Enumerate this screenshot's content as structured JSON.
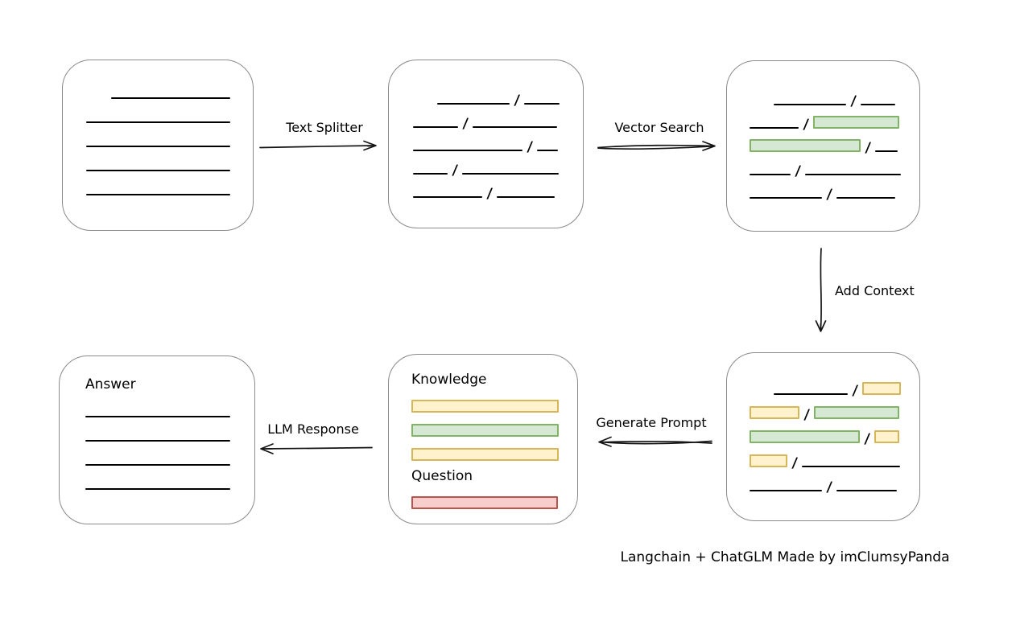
{
  "colors": {
    "green_fill": "#d5e8d4",
    "green_stroke": "#82b366",
    "yellow_fill": "#fff2cc",
    "yellow_stroke": "#d6b656",
    "red_fill": "#f8cecc",
    "red_stroke": "#b85450",
    "box_stroke": "#8a8a8a",
    "line": "#000000"
  },
  "arrows": {
    "text_splitter": {
      "label": "Text Splitter",
      "direction": "right"
    },
    "vector_search": {
      "label": "Vector Search",
      "direction": "right"
    },
    "add_context": {
      "label": "Add Context",
      "direction": "down"
    },
    "generate_prompt": {
      "label": "Generate Prompt",
      "direction": "left"
    },
    "llm_response": {
      "label": "LLM Response",
      "direction": "left"
    }
  },
  "footer": {
    "text": "Langchain + ChatGLM Made by imClumsyPanda"
  },
  "boxes": [
    {
      "id": "source-document",
      "rows": [
        [
          {
            "t": "line",
            "w": 148,
            "ml": 31
          }
        ],
        [
          {
            "t": "line",
            "w": 179
          }
        ],
        [
          {
            "t": "line",
            "w": 179
          }
        ],
        [
          {
            "t": "line",
            "w": 179
          }
        ],
        [
          {
            "t": "line",
            "w": 179
          }
        ]
      ]
    },
    {
      "id": "split-chunks",
      "rows": [
        [
          {
            "t": "line",
            "w": 90,
            "ml": 30
          },
          {
            "t": "slash"
          },
          {
            "t": "line",
            "w": 44
          }
        ],
        [
          {
            "t": "line",
            "w": 56
          },
          {
            "t": "slash"
          },
          {
            "t": "line",
            "w": 105
          }
        ],
        [
          {
            "t": "line",
            "w": 136
          },
          {
            "t": "slash"
          },
          {
            "t": "line",
            "w": 26
          }
        ],
        [
          {
            "t": "line",
            "w": 43
          },
          {
            "t": "slash"
          },
          {
            "t": "line",
            "w": 120
          }
        ],
        [
          {
            "t": "line",
            "w": 86
          },
          {
            "t": "slash"
          },
          {
            "t": "line",
            "w": 72
          }
        ]
      ]
    },
    {
      "id": "retrieved-chunks",
      "rows": [
        [
          {
            "t": "line",
            "w": 90,
            "ml": 30
          },
          {
            "t": "slash"
          },
          {
            "t": "line",
            "w": 43
          }
        ],
        [
          {
            "t": "line",
            "w": 61
          },
          {
            "t": "slash"
          },
          {
            "t": "chunk",
            "c": "green",
            "w": 107
          }
        ],
        [
          {
            "t": "chunk",
            "c": "green",
            "w": 138
          },
          {
            "t": "slash"
          },
          {
            "t": "line",
            "w": 28
          }
        ],
        [
          {
            "t": "line",
            "w": 51
          },
          {
            "t": "slash"
          },
          {
            "t": "line",
            "w": 119
          }
        ],
        [
          {
            "t": "line",
            "w": 90
          },
          {
            "t": "slash"
          },
          {
            "t": "line",
            "w": 73
          }
        ]
      ]
    },
    {
      "id": "context-chunks",
      "rows": [
        [
          {
            "t": "line",
            "w": 92,
            "ml": 30
          },
          {
            "t": "slash"
          },
          {
            "t": "chunk",
            "c": "yellow",
            "w": 48
          }
        ],
        [
          {
            "t": "chunk",
            "c": "yellow",
            "w": 62
          },
          {
            "t": "slash"
          },
          {
            "t": "chunk",
            "c": "green",
            "w": 106
          }
        ],
        [
          {
            "t": "chunk",
            "c": "green",
            "w": 137
          },
          {
            "t": "slash"
          },
          {
            "t": "chunk",
            "c": "yellow",
            "w": 31
          }
        ],
        [
          {
            "t": "chunk",
            "c": "yellow",
            "w": 47
          },
          {
            "t": "slash"
          },
          {
            "t": "line",
            "w": 122
          }
        ],
        [
          {
            "t": "line",
            "w": 90
          },
          {
            "t": "slash"
          },
          {
            "t": "line",
            "w": 75
          }
        ]
      ]
    },
    {
      "id": "prompt",
      "rows": [
        [
          {
            "t": "label",
            "text": "Knowledge"
          }
        ],
        [
          {
            "t": "chunk",
            "c": "yellow",
            "w": 183
          }
        ],
        [
          {
            "t": "chunk",
            "c": "green",
            "w": 183
          }
        ],
        [
          {
            "t": "chunk",
            "c": "yellow",
            "w": 183
          }
        ],
        [
          {
            "t": "label",
            "text": "Question"
          }
        ],
        [
          {
            "t": "chunk",
            "c": "red",
            "w": 182
          }
        ]
      ]
    },
    {
      "id": "answer",
      "rows": [
        [
          {
            "t": "label",
            "text": "Answer"
          }
        ],
        [
          {
            "t": "line",
            "w": 180
          }
        ],
        [
          {
            "t": "line",
            "w": 180
          }
        ],
        [
          {
            "t": "line",
            "w": 180
          }
        ],
        [
          {
            "t": "line",
            "w": 180
          }
        ]
      ]
    }
  ]
}
